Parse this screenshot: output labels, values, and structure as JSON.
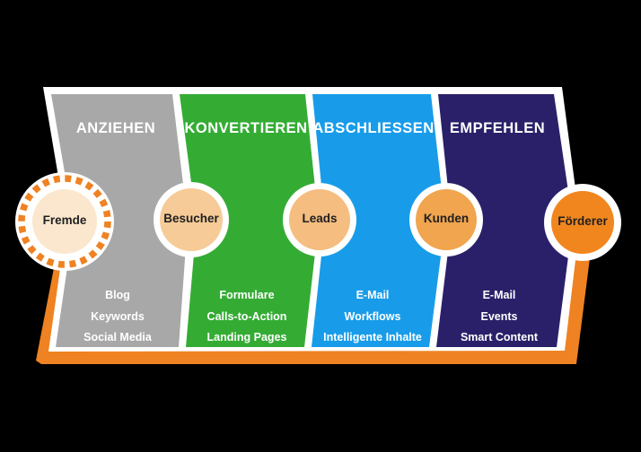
{
  "frame": {
    "backdrop_color": "#000000",
    "card_color": "#FFFFFF",
    "shadow_color": "#EF8222"
  },
  "panels": [
    {
      "label": "ANZIEHEN",
      "color": "#A8A8A8",
      "items": [
        "Blog",
        "Keywords",
        "Social Media"
      ]
    },
    {
      "label": "KONVERTIEREN",
      "color": "#34AC34",
      "items": [
        "Formulare",
        "Calls-to-Action",
        "Landing Pages"
      ]
    },
    {
      "label": "ABSCHLIESSEN",
      "color": "#189CE9",
      "items": [
        "E-Mail",
        "Workflows",
        "Intelligente Inhalte"
      ]
    },
    {
      "label": "EMPFEHLEN",
      "color": "#2A2069",
      "items": [
        "E-Mail",
        "Events",
        "Smart Content"
      ]
    }
  ],
  "circles": [
    {
      "label": "Fremde",
      "fill": "#FBE7CD",
      "ring": "dashed-orange",
      "dash_color": "#EF8222"
    },
    {
      "label": "Besucher",
      "fill": "#F6CB97",
      "ring": "white"
    },
    {
      "label": "Leads",
      "fill": "#F5BD80",
      "ring": "white"
    },
    {
      "label": "Kunden",
      "fill": "#F0A54E",
      "ring": "white"
    },
    {
      "label": "Förderer",
      "fill": "#F1861F",
      "ring": "white"
    }
  ]
}
